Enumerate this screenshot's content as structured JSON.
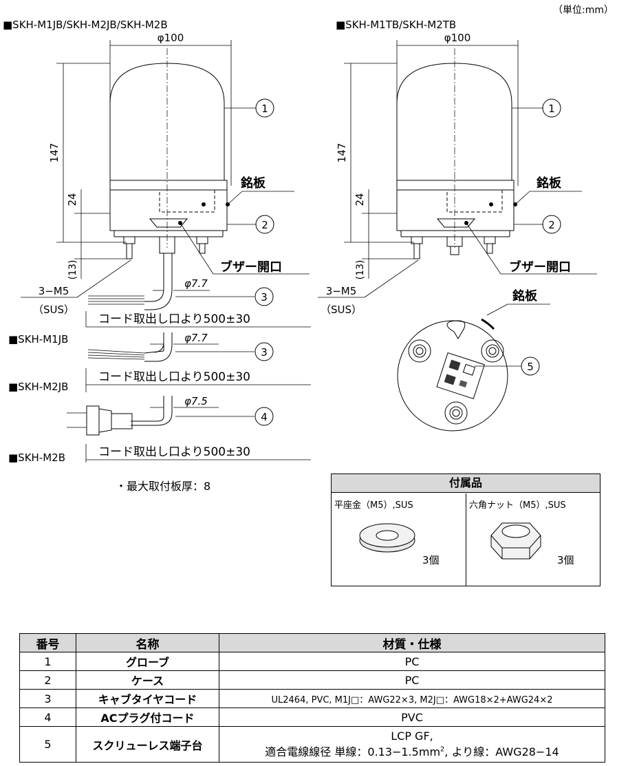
{
  "unit_note": "（単位:mm）",
  "left_view": {
    "title": "■SKH-M1JB/SKH-M2JB/SKH-M2B",
    "dia": "φ100",
    "height_total": "147",
    "height_case": "24",
    "height_stud": "(13)",
    "nameplate": "銘板",
    "buzzer": "ブザー開口",
    "screw": "3−M5",
    "screw_material": "（SUS）",
    "callouts": [
      "1",
      "2",
      "3",
      "3",
      "4"
    ],
    "cords": [
      {
        "model": "■SKH-M1JB",
        "dia": "φ7.7",
        "length": "コード取出し口より500±30"
      },
      {
        "model": "■SKH-M2JB",
        "dia": "φ7.7",
        "length": "コード取出し口より500±30"
      },
      {
        "model": "■SKH-M2B",
        "dia": "φ7.5",
        "length": "コード取出し口より500±30"
      }
    ],
    "max_plate": "・最大取付板厚：8"
  },
  "right_view": {
    "title": "■SKH-M1TB/SKH-M2TB",
    "dia": "φ100",
    "height_total": "147",
    "height_case": "24",
    "height_stud": "(13)",
    "nameplate": "銘板",
    "buzzer": "ブザー開口",
    "screw": "3−M5",
    "screw_material": "（SUS）",
    "callouts": [
      "1",
      "2",
      "5"
    ],
    "bottom_nameplate": "銘板"
  },
  "accessories": {
    "title": "付属品",
    "items": [
      {
        "name": "平座金（M5）,SUS",
        "qty": "3個"
      },
      {
        "name": "六角ナット（M5）,SUS",
        "qty": "3個"
      }
    ]
  },
  "parts_table": {
    "headers": [
      "番号",
      "名称",
      "材質・仕様"
    ],
    "rows": [
      {
        "no": "1",
        "name": "グローブ",
        "spec": "PC"
      },
      {
        "no": "2",
        "name": "ケース",
        "spec": "PC"
      },
      {
        "no": "3",
        "name": "キャブタイヤコード",
        "spec": "UL2464, PVC, M1J□：AWG22×3, M2J□：AWG18×2+AWG24×2"
      },
      {
        "no": "4",
        "name": "ACプラグ付コード",
        "spec": "PVC"
      },
      {
        "no": "5",
        "name": "スクリューレス端子台",
        "spec": "LCP GF,",
        "spec2_a": "適合電線線径 単線：0.13−1.5mm",
        "spec2_sup": "2",
        "spec2_b": ", より線：AWG28−14"
      }
    ]
  }
}
